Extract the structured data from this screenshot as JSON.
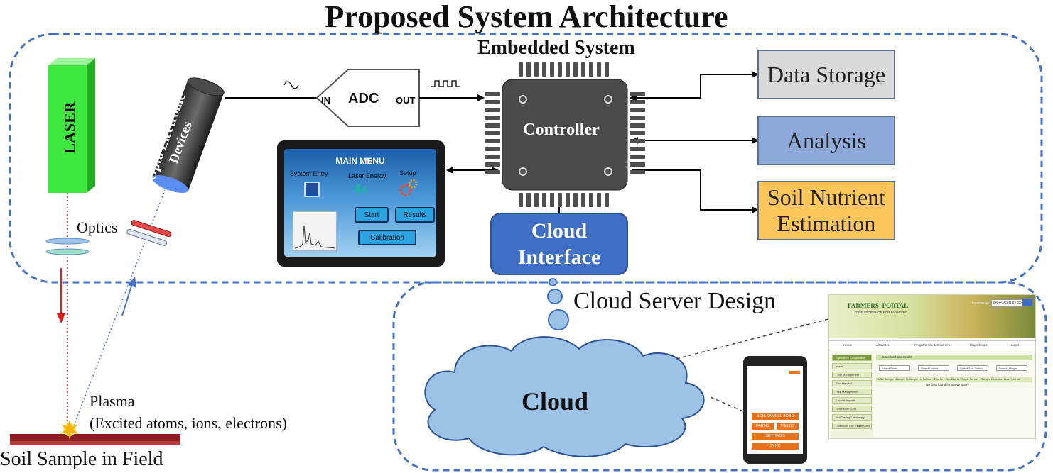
{
  "title": "Proposed System Architecture",
  "embedded_system": {
    "label": "Embedded System",
    "controller_label": "Controller",
    "cloud_interface": [
      "Cloud",
      "Interface"
    ]
  },
  "outputs": {
    "data_storage": "Data Storage",
    "analysis": "Analysis",
    "soil_nutrient": [
      "Soil Nutrient",
      "Estimation"
    ]
  },
  "adc": {
    "label": "ADC",
    "in": "IN",
    "out": "OUT"
  },
  "laser": {
    "label": "LASER"
  },
  "opto": {
    "label": [
      "Opto Electronic",
      "Devices"
    ]
  },
  "optics_label": "Optics",
  "plasma": {
    "label": "Plasma",
    "sub": "(Excited atoms, ions, electrons)"
  },
  "soil_label": "Soil Sample in Field",
  "touch_screen": {
    "title": "MAIN MENU",
    "system_entry": "System Entry",
    "laser_energy": "Laser Energy",
    "setup": "Setup",
    "start": "Start",
    "results": "Results",
    "calibration": "Calibration"
  },
  "cloud_server": {
    "label": "Cloud Server Design",
    "cloud_label": "Cloud"
  },
  "phone": {
    "sample_jobs": "SOIL SAMPLE JOBS",
    "farms": "FARMS",
    "fields": "FIELDS",
    "settings": "SETTINGS",
    "sync": "SYNC"
  },
  "portal": {
    "name": "FARMERS' PORTAL",
    "tagline": "\"ONE STOP SHOP FOR FARMERS\"",
    "search_hint": "ENHANCED BY Google",
    "translate": "Translate into",
    "nav": [
      "Home",
      "About Us",
      "Programmes & Schemes",
      "Major Crops",
      "Login"
    ],
    "sidebar": [
      "Agriculture Cooperation",
      "Inputs",
      "Crop Management",
      "Post Harvest",
      "Risk Management",
      "Exports Imports",
      "Soil Health Card",
      "Soil Testing Laboratory",
      "Download Soil Health Card"
    ],
    "section": "Download Soil Health",
    "filters": [
      "Select State",
      "Select District",
      "Select Sub District",
      "Select Villages"
    ],
    "columns": [
      "S.No",
      "Sample Id",
      "Sample No",
      "Sample No Full",
      "State",
      "District",
      "Sub District",
      "Village",
      "Farmer",
      "Sample Collection Date",
      "Cycle Id"
    ],
    "empty": "No data found for above query"
  },
  "colors": {
    "boundary": "#4472c4",
    "laser": "#3fe83f",
    "data_storage": "#d9d9d9",
    "analysis": "#8eaadb",
    "soil_nutrient": "#ffc65c",
    "cloud_fill": "#9cc3e6",
    "cloud_interface": "#3f6fc4"
  }
}
